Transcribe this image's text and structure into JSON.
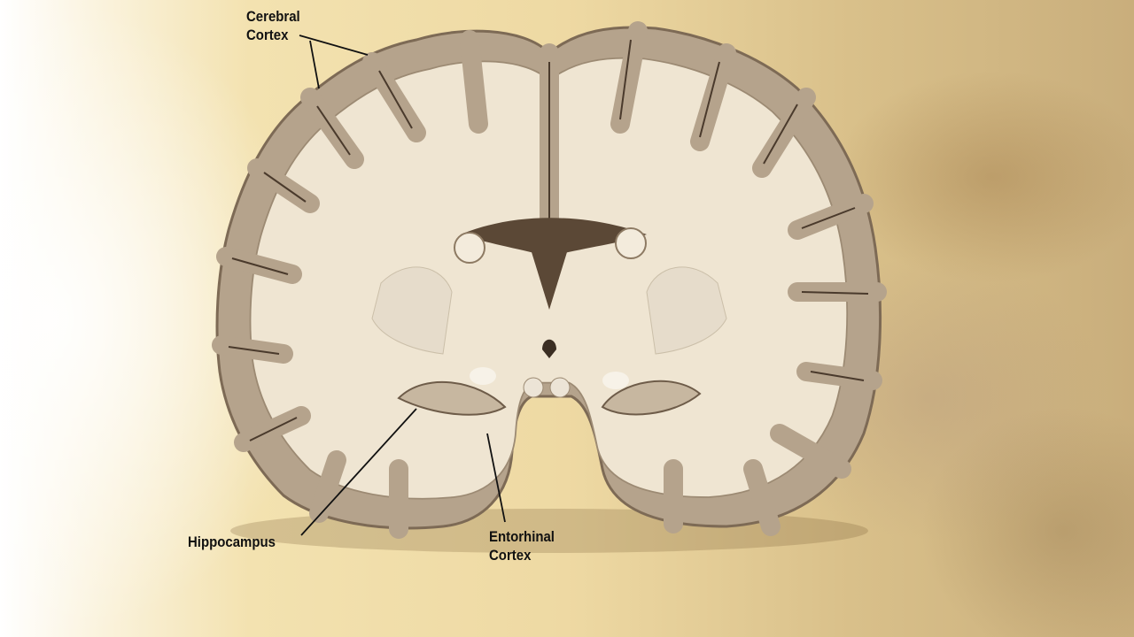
{
  "labels": {
    "cerebral_cortex": [
      "Cerebral",
      "Cortex"
    ],
    "hippocampus": "Hippocampus",
    "entorhinal_cortex": [
      "Entorhinal",
      "Cortex"
    ]
  },
  "colors": {
    "cortex": "#b5a38c",
    "white_matter": "#efe5d2",
    "outline": "#7d6a55"
  }
}
